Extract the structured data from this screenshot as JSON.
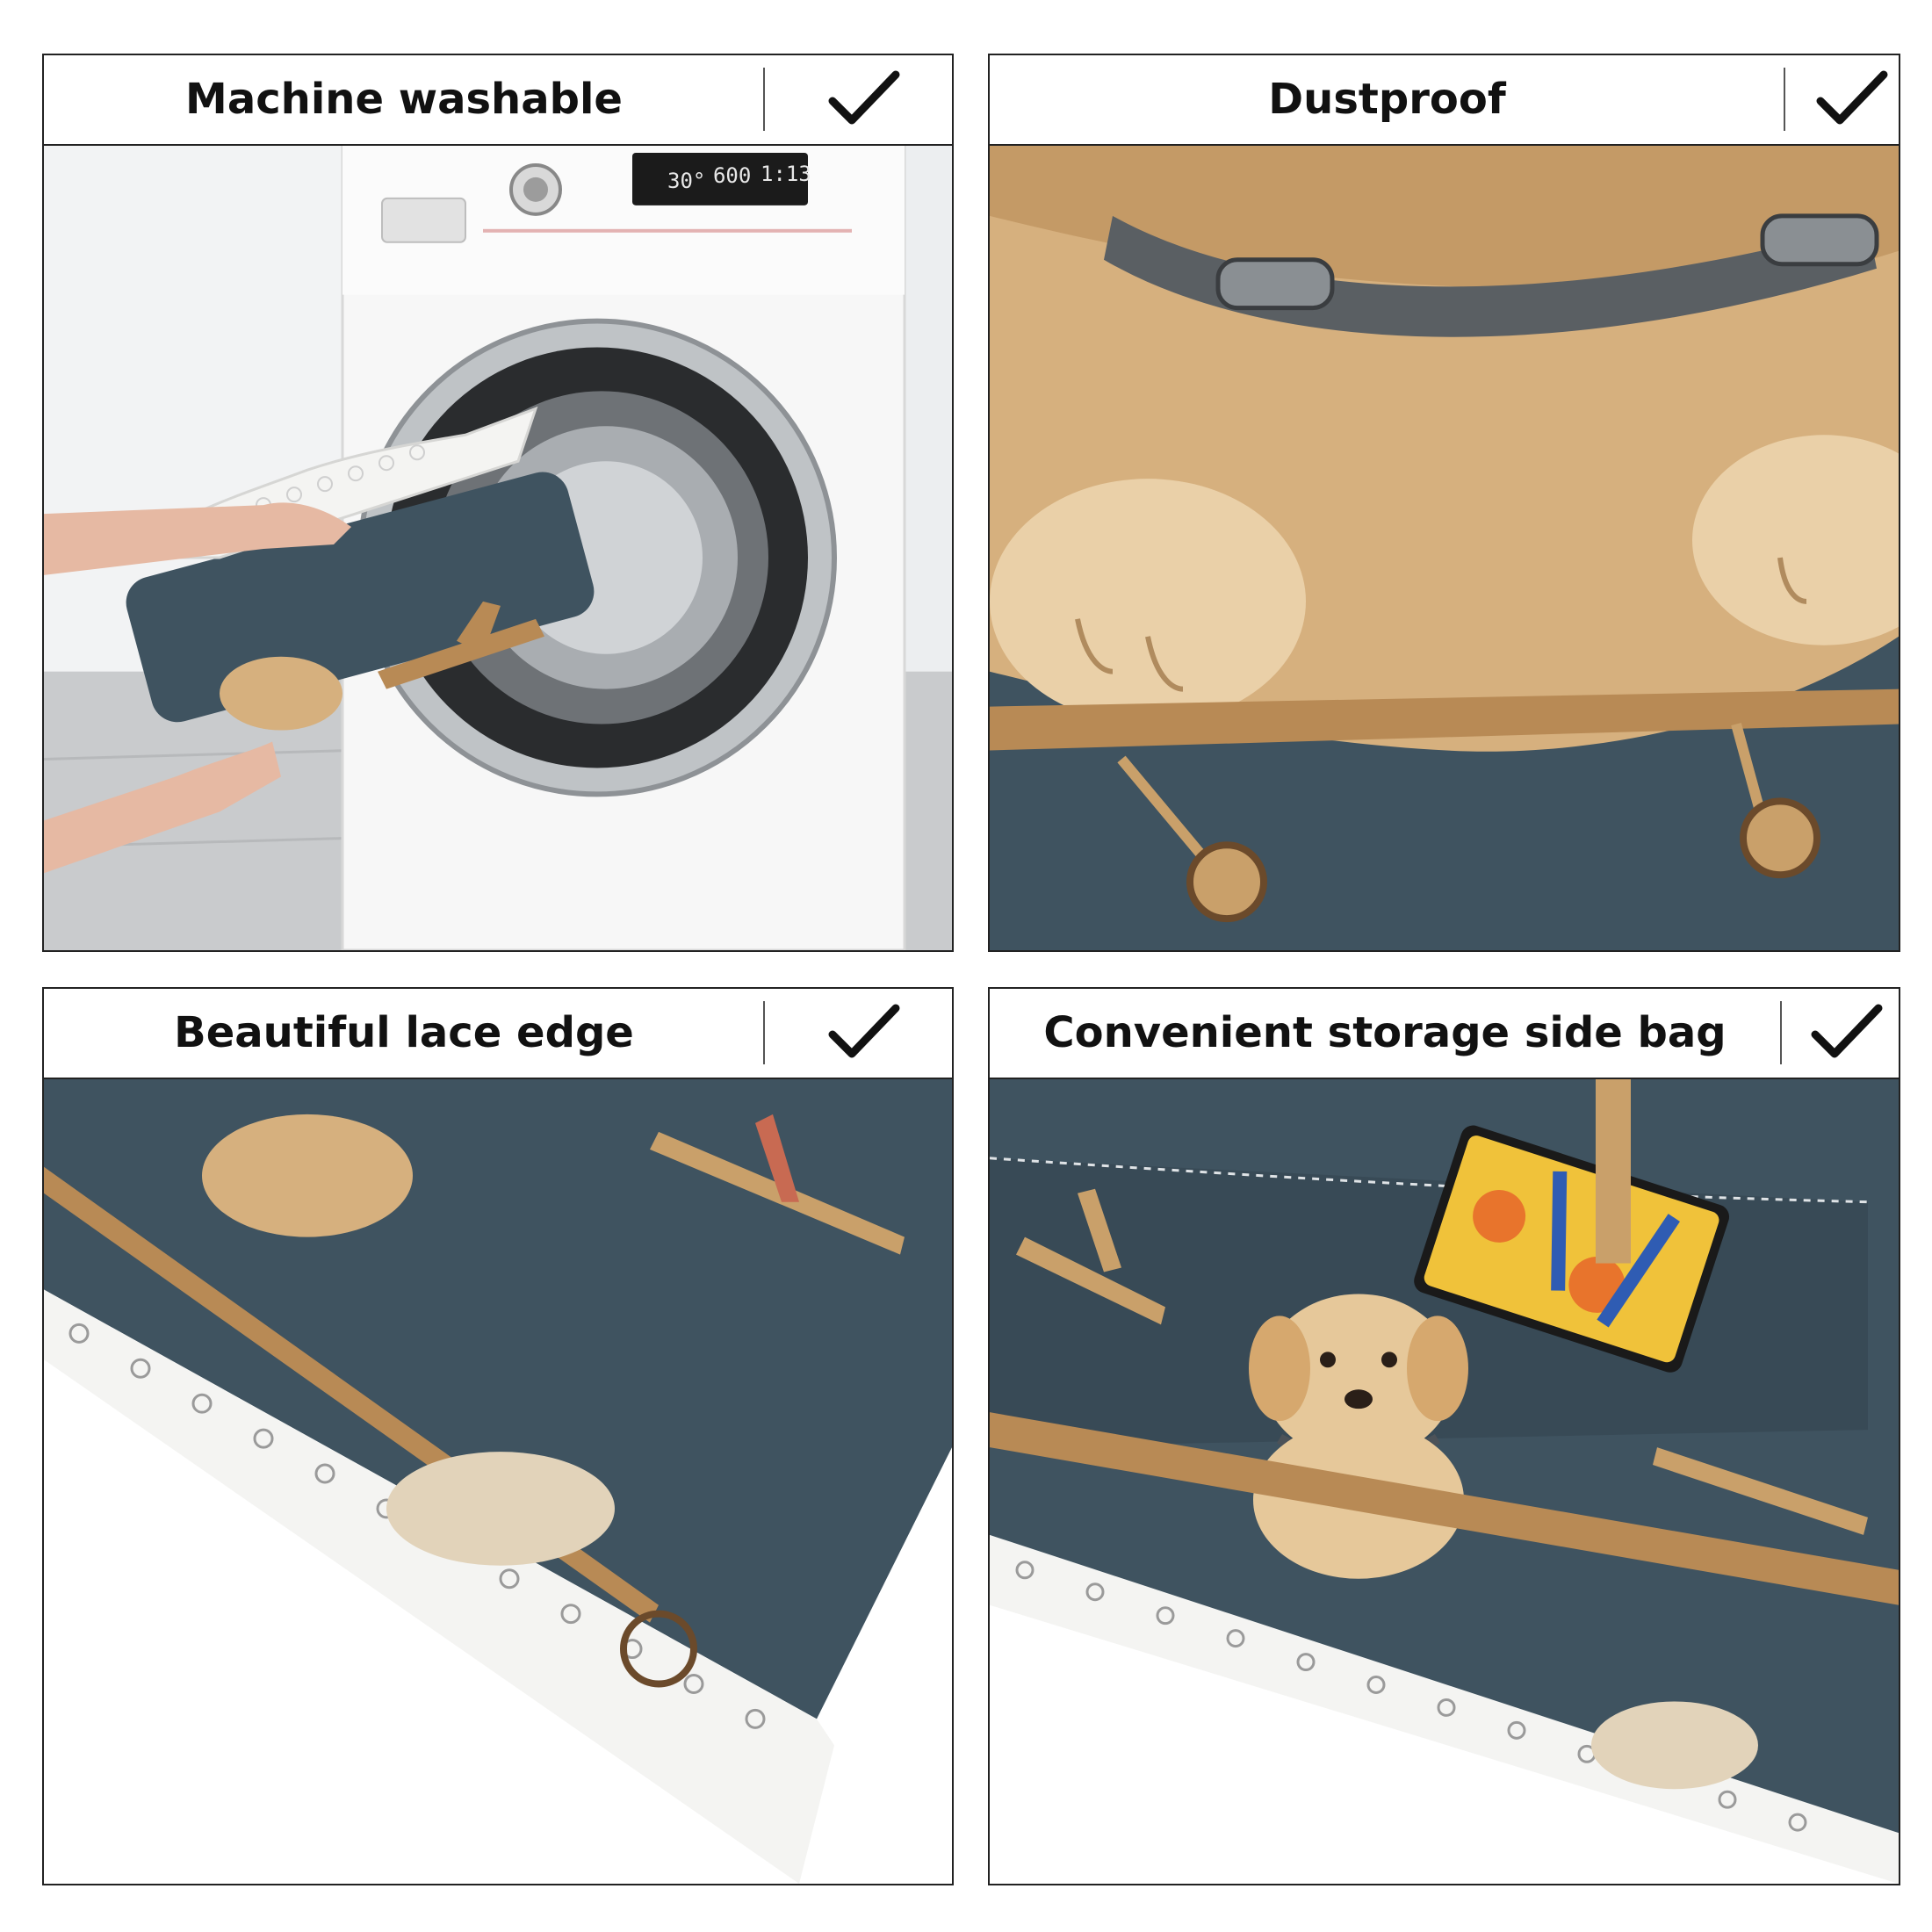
{
  "panels": [
    {
      "title": "Machine washable",
      "check_icon": "check-icon"
    },
    {
      "title": "Dustproof",
      "check_icon": "check-icon"
    },
    {
      "title": "Beautiful lace edge",
      "check_icon": "check-icon"
    },
    {
      "title": "Convenient storage side bag",
      "check_icon": "check-icon"
    }
  ],
  "washer_display": {
    "temperature": "30°",
    "spin": "600",
    "time": "1:13"
  },
  "colors": {
    "fabric_navy": "#3f5360",
    "dog_tan": "#d6b07e",
    "plane_wood": "#b88a55",
    "lace_white": "#f4f4f2",
    "border": "#222222"
  }
}
